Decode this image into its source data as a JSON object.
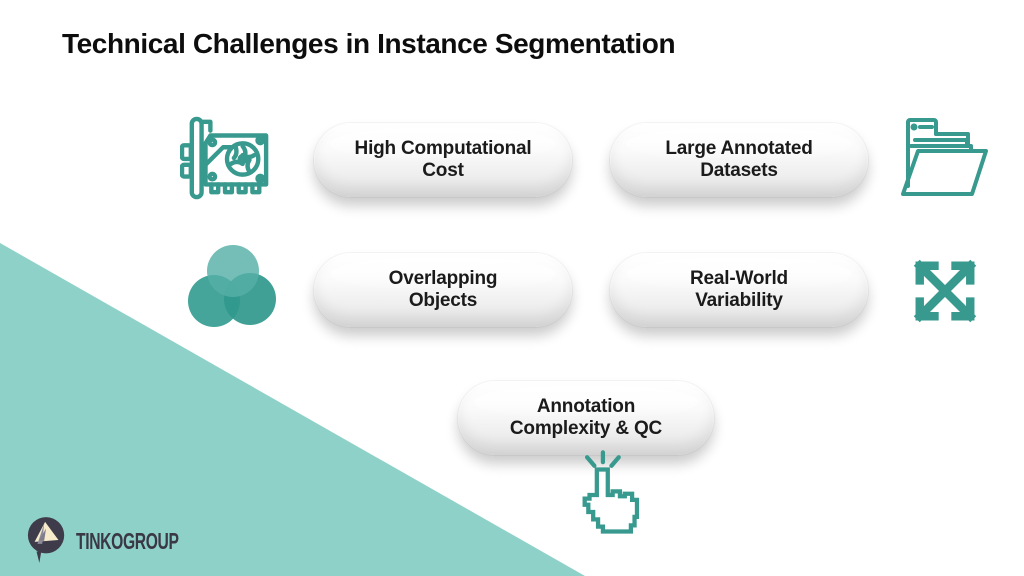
{
  "slide": {
    "title": "Technical Challenges in Instance Segmentation"
  },
  "theme": {
    "accent_teal": "#38998e",
    "triangle_teal": "#8ed1c8",
    "pill_face": "#f2f2f2",
    "pill_text_color": "#1b1b1b",
    "title_color": "#0d0d0d",
    "logo_dark": "#3e3b4b",
    "logo_cream": "#f6eccb"
  },
  "challenges": [
    {
      "label": "High Computational\nCost",
      "icon": "gpu-card-icon"
    },
    {
      "label": "Large Annotated\nDatasets",
      "icon": "folder-documents-icon"
    },
    {
      "label": "Overlapping\nObjects",
      "icon": "overlapping-circles-icon"
    },
    {
      "label": "Real-World\nVariability",
      "icon": "expand-arrows-icon"
    },
    {
      "label": "Annotation\nComplexity & QC",
      "icon": "click-cursor-icon"
    }
  ],
  "footer": {
    "brand": "TINKOGROUP"
  }
}
